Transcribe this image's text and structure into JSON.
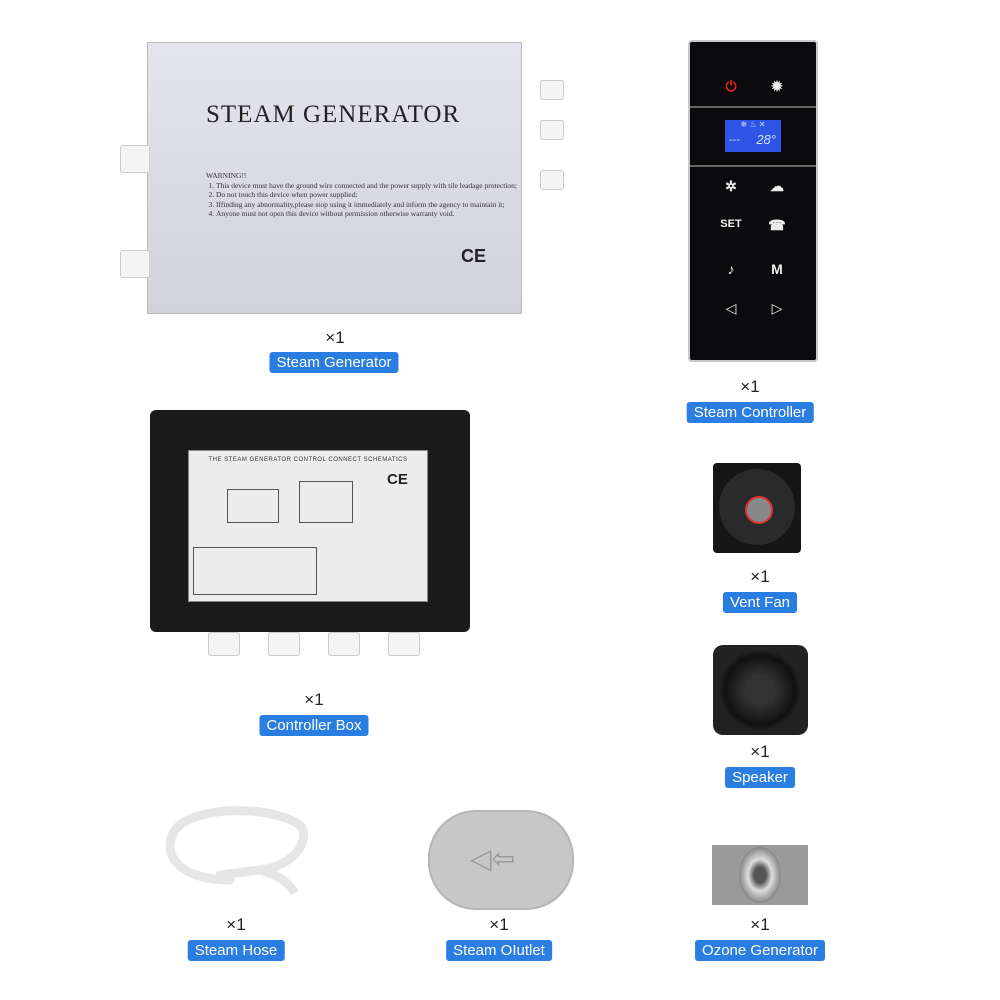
{
  "items": [
    {
      "name": "Steam Generator",
      "qty": "×1"
    },
    {
      "name": "Steam Controller",
      "qty": "×1"
    },
    {
      "name": "Vent Fan",
      "qty": "×1"
    },
    {
      "name": "Speaker",
      "qty": "×1"
    },
    {
      "name": "Controller Box",
      "qty": "×1"
    },
    {
      "name": "Steam Hose",
      "qty": "×1"
    },
    {
      "name": "Steam OIutlet",
      "qty": "×1"
    },
    {
      "name": "Ozone Generator",
      "qty": "×1"
    }
  ],
  "generator": {
    "title": "STEAM GENERATOR",
    "warning_heading": "WARNING!!",
    "warnings": [
      "This device must have the ground wire connected and the power supply with tile leadage protection;",
      "Do not touch this device when power supplied;",
      "Iffinding any abnormality,please stop using it immediately and inform the agency to maintain it;",
      "Anyone must not open this device without permission otherwise warranty void."
    ],
    "mark": "CE"
  },
  "controller": {
    "display_temp": "28°",
    "display_dashes": "---",
    "set_label": "SET",
    "m_label": "M",
    "power_color": "#e02020",
    "lcd_color": "#2f54e8"
  },
  "controller_box": {
    "schematic_title": "THE STEAM GENERATOR CONTROL CONNECT SCHEMATICS",
    "mark": "CE"
  },
  "colors": {
    "label_bg": "#2a7de1"
  }
}
